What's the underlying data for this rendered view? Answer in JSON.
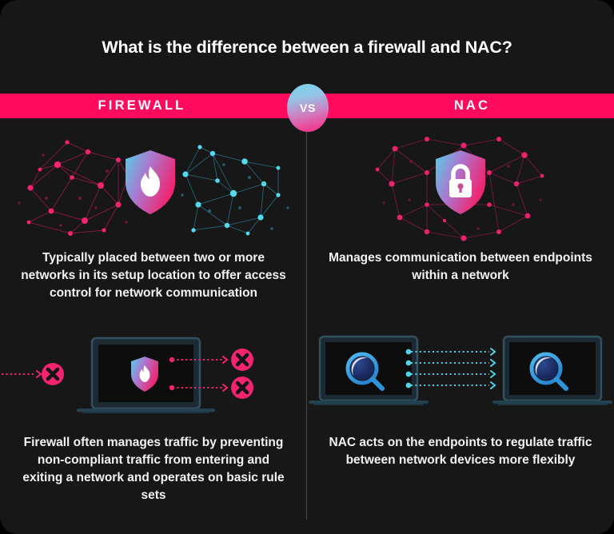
{
  "page": {
    "background_color": "#171717",
    "accent_pink": "#ff0a5c",
    "accent_cyan": "#4fd3e8",
    "title": "What is the difference between a firewall and NAC?"
  },
  "banner": {
    "background_color": "#ff0a5c",
    "left_label": "FIREWALL",
    "right_label": "NAC",
    "vs_label": "VS"
  },
  "columns": {
    "firewall": {
      "heading": "FIREWALL",
      "top_graphic": {
        "name": "network-mesh-with-firewall-shield",
        "shield_icon": "flame-shield-icon",
        "left_mesh_color": "#e8226b",
        "right_mesh_color": "#4fd3e8"
      },
      "top_caption": "Typically placed between two or more networks in its setup location to offer access control for network communication",
      "bottom_graphic": {
        "name": "laptop-with-blocked-traffic",
        "device_icon": "laptop-icon",
        "screen_icon": "flame-shield-icon",
        "blocked_markers": 3,
        "marker_icon": "x-circle-icon",
        "marker_color": "#ff0a5c",
        "arrow_style": "dotted"
      },
      "bottom_caption": "Firewall often manages traffic by preventing non-compliant traffic from entering and exiting a network and operates on basic rule sets"
    },
    "nac": {
      "heading": "NAC",
      "top_graphic": {
        "name": "network-mesh-with-nac-shield",
        "shield_icon": "lock-shield-icon",
        "mesh_color": "#c31a5e"
      },
      "top_caption": "Manages communication between endpoints within a network",
      "bottom_graphic": {
        "name": "two-laptops-exchanging-traffic",
        "device_icon": "laptop-icon",
        "screen_icon": "magnifier-icon",
        "connection_count": 4,
        "connection_color": "#4fd3e8",
        "arrow_style": "dotted"
      },
      "bottom_caption": "NAC acts on the endpoints to regulate traffic between network devices more flexibly"
    }
  }
}
